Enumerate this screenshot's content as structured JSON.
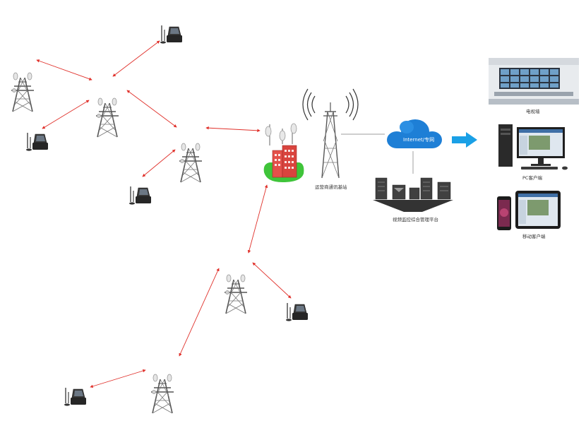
{
  "labels": {
    "video_wall": "电视墙",
    "pc_client": "PC客户端",
    "mobile_client": "移动客户端",
    "base_station": "运营商通讯基站",
    "platform": "视频监控综合管理平台",
    "cloud": "Internet/专网"
  },
  "colors": {
    "link_red": "#e0302a",
    "link_gray": "#b0b0b0",
    "cloud_blue": "#1e7fd6",
    "arrow_blue": "#1aa0e6",
    "tower_gray": "#555555",
    "building_red": "#e4504a",
    "grass_green": "#3fc43a"
  }
}
